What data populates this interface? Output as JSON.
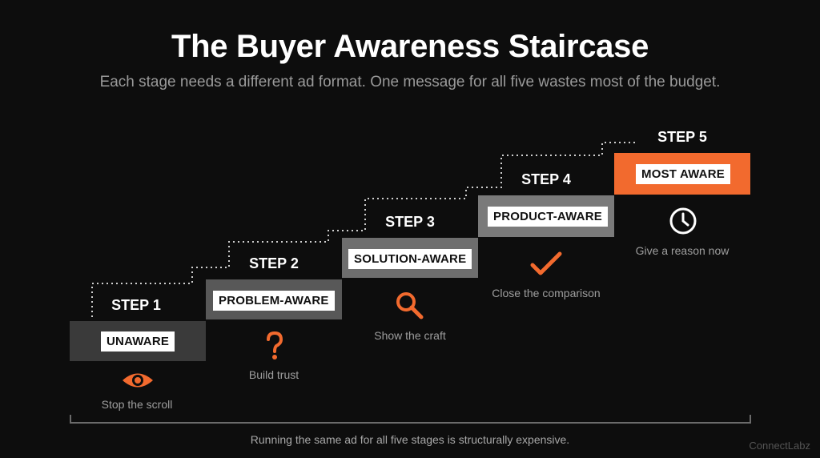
{
  "title": "The Buyer Awareness Staircase",
  "subtitle": "Each stage needs a different ad format. One message for all five wastes most of the budget.",
  "colors": {
    "accent": "#f26a2e",
    "block_dark": "#3a3a3a",
    "block_mid": "#6e6e6e",
    "block_light": "#7a7a7a"
  },
  "steps": [
    {
      "step": "STEP 1",
      "stage": "UNAWARE",
      "caption": "Stop the scroll",
      "icon": "eye-icon"
    },
    {
      "step": "STEP 2",
      "stage": "PROBLEM-AWARE",
      "caption": "Build trust",
      "icon": "question-mark-icon"
    },
    {
      "step": "STEP 3",
      "stage": "SOLUTION-AWARE",
      "caption": "Show the craft",
      "icon": "magnifier-icon"
    },
    {
      "step": "STEP 4",
      "stage": "PRODUCT-AWARE",
      "caption": "Close the comparison",
      "icon": "checkmark-icon"
    },
    {
      "step": "STEP 5",
      "stage": "MOST AWARE",
      "caption": "Give a reason now",
      "icon": "clock-icon"
    }
  ],
  "footer": "Running the same ad for all five stages is structurally expensive.",
  "brand": "ConnectLabz"
}
